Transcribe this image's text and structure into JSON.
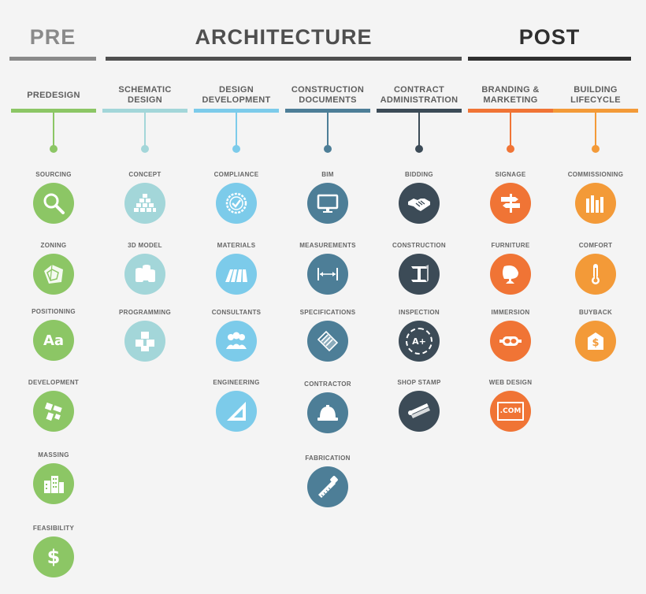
{
  "phases": [
    {
      "label": "PRE",
      "color": "#8a8a8a"
    },
    {
      "label": "ARCHITECTURE",
      "color": "#4f4f4f"
    },
    {
      "label": "POST",
      "color": "#2f2f2f"
    }
  ],
  "columns": [
    {
      "title": "PREDESIGN",
      "color": "#8cc665",
      "icon_color": "#ffffff",
      "items": [
        {
          "label": "SOURCING",
          "icon": "magnifier-icon"
        },
        {
          "label": "ZONING",
          "icon": "zoning-map-icon"
        },
        {
          "label": "POSITIONING",
          "icon": "typography-icon",
          "glyph": "Aa"
        },
        {
          "label": "DEVELOPMENT",
          "icon": "site-plan-icon"
        },
        {
          "label": "MASSING",
          "icon": "buildings-icon"
        },
        {
          "label": "FEASIBILITY",
          "icon": "dollar-icon",
          "glyph": "$"
        }
      ]
    },
    {
      "title": "SCHEMATIC DESIGN",
      "color": "#a3d6d9",
      "items": [
        {
          "label": "CONCEPT",
          "icon": "pyramid-blocks-icon"
        },
        {
          "label": "3D MODEL",
          "icon": "cylinders-icon"
        },
        {
          "label": "PROGRAMMING",
          "icon": "cubes-icon"
        }
      ]
    },
    {
      "title": "DESIGN DEVELOPMENT",
      "color": "#7ccbea",
      "items": [
        {
          "label": "COMPLIANCE",
          "icon": "seal-check-icon"
        },
        {
          "label": "MATERIALS",
          "icon": "panels-icon"
        },
        {
          "label": "CONSULTANTS",
          "icon": "people-icon"
        },
        {
          "label": "ENGINEERING",
          "icon": "set-square-icon"
        }
      ]
    },
    {
      "title": "CONSTRUCTION DOCUMENTS",
      "color": "#4d7e97",
      "items": [
        {
          "label": "BIM",
          "icon": "monitor-icon"
        },
        {
          "label": "MEASUREMENTS",
          "icon": "dimension-icon"
        },
        {
          "label": "SPECIFICATIONS",
          "icon": "document-stack-icon"
        },
        {
          "label": "CONTRACTOR",
          "icon": "hard-hat-icon"
        },
        {
          "label": "FABRICATION",
          "icon": "saw-icon"
        }
      ]
    },
    {
      "title": "CONTRACT ADMINISTRATION",
      "color": "#3c4b57",
      "items": [
        {
          "label": "BIDDING",
          "icon": "handshake-icon"
        },
        {
          "label": "CONSTRUCTION",
          "icon": "i-beam-icon"
        },
        {
          "label": "INSPECTION",
          "icon": "grade-badge-icon",
          "glyph": "A+"
        },
        {
          "label": "SHOP STAMP",
          "icon": "rolled-plans-icon"
        }
      ]
    },
    {
      "title": "BRANDING & MARKETING",
      "color": "#f07435",
      "items": [
        {
          "label": "SIGNAGE",
          "icon": "signpost-icon"
        },
        {
          "label": "FURNITURE",
          "icon": "egg-chair-icon"
        },
        {
          "label": "IMMERSION",
          "icon": "vr-headset-icon"
        },
        {
          "label": "WEB DESIGN",
          "icon": "web-screen-icon",
          "glyph": ".COM"
        }
      ]
    },
    {
      "title": "BUILDING LIFECYCLE",
      "color": "#f39a38",
      "items": [
        {
          "label": "COMMISSIONING",
          "icon": "bar-chart-icon"
        },
        {
          "label": "COMFORT",
          "icon": "thermometer-icon"
        },
        {
          "label": "BUYBACK",
          "icon": "price-tag-icon",
          "glyph": "$"
        }
      ]
    }
  ]
}
